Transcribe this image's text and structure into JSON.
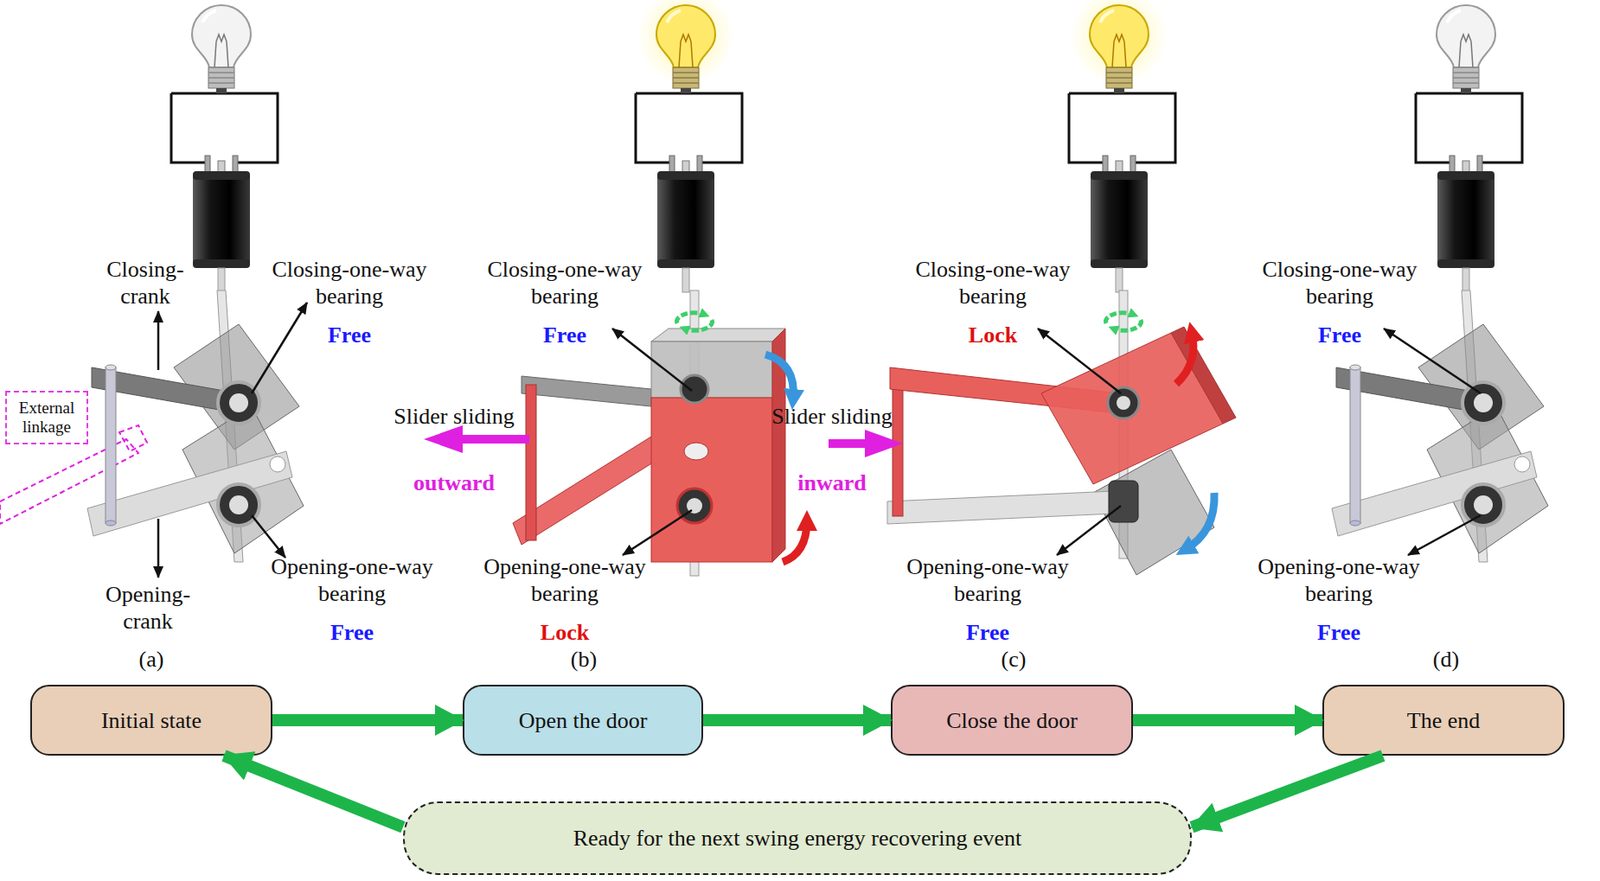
{
  "diagram": {
    "nodes": [
      {
        "text": [
          "External linkage"
        ]
      },
      {
        "text": [
          "Initial state"
        ]
      },
      {
        "text": [
          "Open the door"
        ]
      },
      {
        "text": [
          "Close the door"
        ]
      },
      {
        "text": [
          "The end"
        ]
      },
      {
        "text": [
          "Ready for the next swing energy recovering event"
        ]
      }
    ],
    "edges": [
      {
        "from": 1,
        "to": 2,
        "arrow": "to"
      },
      {
        "from": 2,
        "to": 3,
        "arrow": "to"
      },
      {
        "from": 3,
        "to": 4,
        "arrow": "to"
      },
      {
        "from": 4,
        "to": 5,
        "arrow": "to"
      },
      {
        "from": 5,
        "to": 1,
        "arrow": "to"
      }
    ],
    "labels": [
      "Closing- crank",
      "Closing-one-way bearing",
      "Free",
      "Opening-one-way bearing",
      "Free",
      "Opening- crank",
      "(a)",
      "Closing-one-way bearing",
      "Free",
      "Slider sliding",
      "outward",
      "Opening-one-way bearing",
      "Lock",
      "(b)",
      "Closing-one-way bearing",
      "Lock",
      "Slider sliding",
      "inward",
      "Opening-one-way bearing",
      "Free",
      "(c)",
      "Closing-one-way bearing",
      "Free",
      "Opening-one-way bearing",
      "Free",
      "(d)"
    ]
  }
}
